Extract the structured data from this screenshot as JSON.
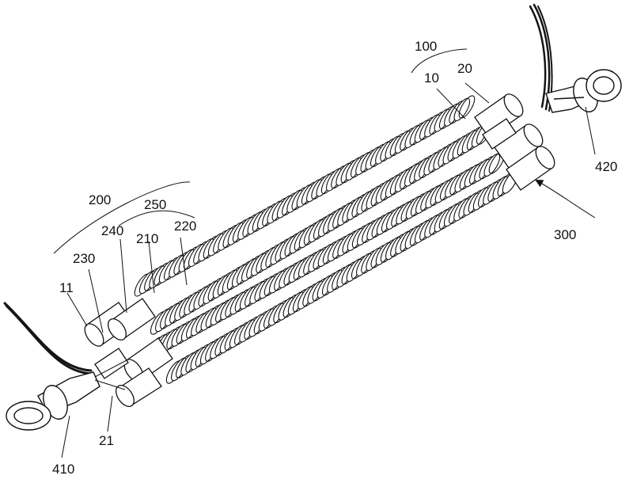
{
  "labels": {
    "l100": "100",
    "l10": "10",
    "l20": "20",
    "l420": "420",
    "l300": "300",
    "l200": "200",
    "l250": "250",
    "l240": "240",
    "l210": "210",
    "l220": "220",
    "l230": "230",
    "l11": "11",
    "l410": "410",
    "l21": "21"
  },
  "colors": {
    "ink": "#111111",
    "wire": "#151515",
    "body": "#ffffff"
  },
  "icons": [
    "heating-coil-assembly",
    "ring-terminal",
    "lead-wire",
    "cylindrical-insulator"
  ]
}
